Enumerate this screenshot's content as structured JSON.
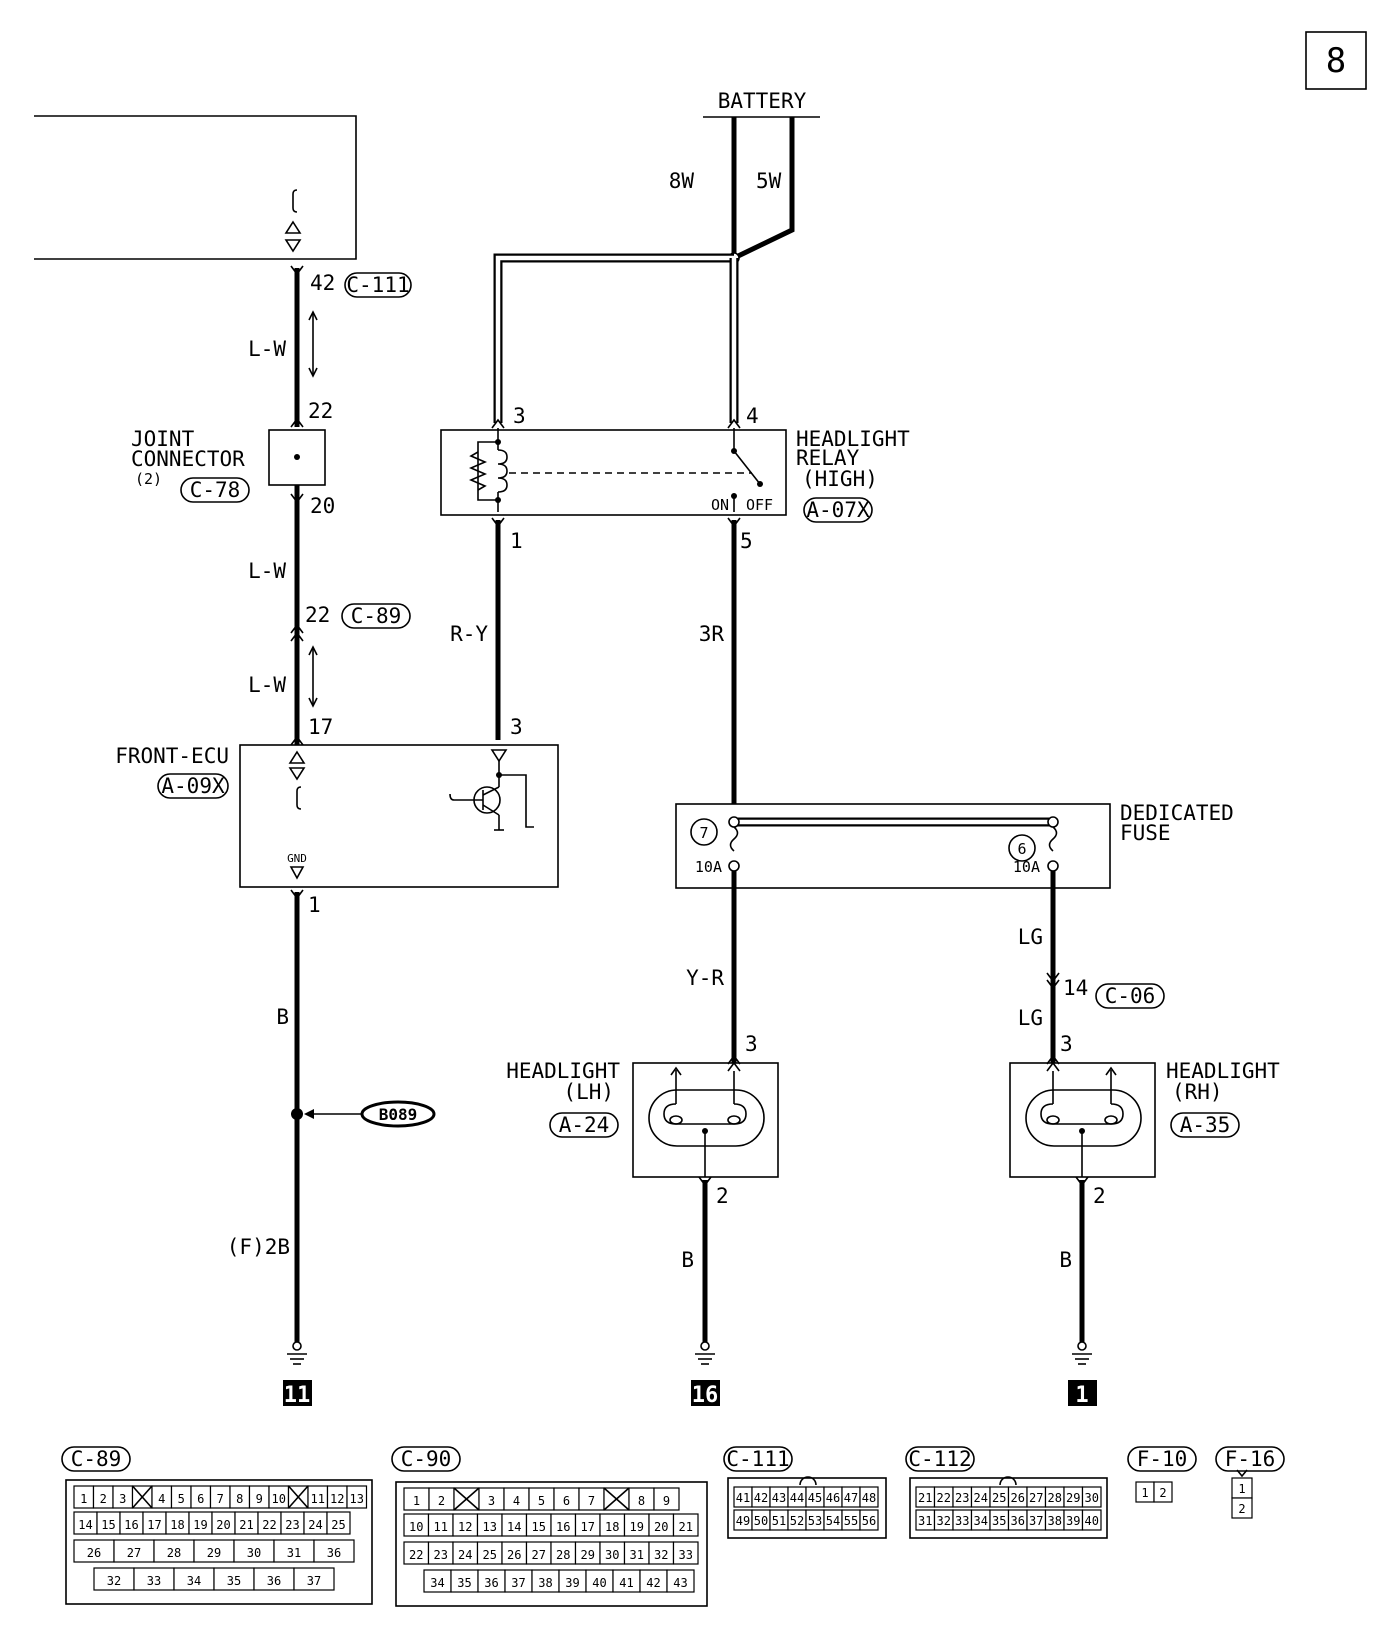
{
  "page_number": "8",
  "battery": {
    "label": "BATTERY",
    "wire_left": "8W",
    "wire_right": "5W"
  },
  "top_connector": {
    "pin": "42",
    "code": "C-111",
    "wire": "L-W"
  },
  "joint_connector": {
    "line1": "JOINT",
    "line2": "CONNECTOR",
    "line3": "(2)",
    "code": "C-78",
    "pin_top": "22",
    "pin_bottom": "20"
  },
  "c89_link": {
    "wire_upper": "L-W",
    "pin": "22",
    "code": "C-89",
    "wire_lower": "L-W"
  },
  "front_ecu": {
    "name": "FRONT-ECU",
    "code": "A-09X",
    "pin_left": "17",
    "pin_right": "3",
    "gnd_label": "GND",
    "gnd_pin": "1"
  },
  "ecu_ground": {
    "wire": "B",
    "splice": "B089",
    "wire_bottom": "(F)2B",
    "ground_point": "11"
  },
  "relay": {
    "line1": "HEADLIGHT",
    "line2": "RELAY",
    "line3": "(HIGH)",
    "code": "A-07X",
    "pin1": "1",
    "pin3": "3",
    "pin4": "4",
    "pin5": "5",
    "on_label": "ON",
    "off_label": "OFF",
    "wire_pin1": "R-Y",
    "wire_pin5": "3R"
  },
  "fuse": {
    "line1": "DEDICATED",
    "line2": "FUSE",
    "fuse_left_num": "7",
    "fuse_left_amp": "10A",
    "fuse_right_num": "6",
    "fuse_right_amp": "10A"
  },
  "headlight_lh": {
    "line1": "HEADLIGHT",
    "line2": "(LH)",
    "code": "A-24",
    "wire_in": "Y-R",
    "pin_in": "3",
    "pin_out": "2",
    "wire_out": "B",
    "ground_point": "16"
  },
  "headlight_rh": {
    "line1": "HEADLIGHT",
    "line2": "(RH)",
    "code": "A-35",
    "wire_in_upper": "LG",
    "c06_pin": "14",
    "c06_code": "C-06",
    "wire_in_lower": "LG",
    "pin_in": "3",
    "pin_out": "2",
    "wire_out": "B",
    "ground_point": "1"
  },
  "connector_views": {
    "c89": {
      "code": "C-89",
      "row1": [
        "1",
        "2",
        "3",
        "",
        "4",
        "5",
        "6",
        "7",
        "8",
        "9",
        "10",
        "",
        "11",
        "12",
        "13"
      ],
      "row2": [
        "14",
        "15",
        "16",
        "17",
        "18",
        "19",
        "20",
        "21",
        "22",
        "23",
        "24",
        "25"
      ],
      "row3": [
        "26",
        "27",
        "28",
        "29",
        "30",
        "31",
        "36"
      ],
      "row4": [
        "32",
        "33",
        "34",
        "35",
        "36",
        "37"
      ]
    },
    "c90": {
      "code": "C-90",
      "row1": [
        "1",
        "2",
        "",
        "3",
        "4",
        "5",
        "6",
        "7",
        "",
        "8",
        "9"
      ],
      "row2": [
        "10",
        "11",
        "12",
        "13",
        "14",
        "15",
        "16",
        "17",
        "18",
        "19",
        "20",
        "21"
      ],
      "row3": [
        "22",
        "23",
        "24",
        "25",
        "26",
        "27",
        "28",
        "29",
        "30",
        "31",
        "32",
        "33"
      ],
      "row4": [
        "34",
        "35",
        "36",
        "37",
        "38",
        "39",
        "40",
        "41",
        "42",
        "43"
      ]
    },
    "c111": {
      "code": "C-111",
      "row1": [
        "41",
        "42",
        "43",
        "44",
        "45",
        "46",
        "47",
        "48"
      ],
      "row2": [
        "49",
        "50",
        "51",
        "52",
        "53",
        "54",
        "55",
        "56"
      ]
    },
    "c112": {
      "code": "C-112",
      "row1": [
        "21",
        "22",
        "23",
        "24",
        "25",
        "26",
        "27",
        "28",
        "29",
        "30"
      ],
      "row2": [
        "31",
        "32",
        "33",
        "34",
        "35",
        "36",
        "37",
        "38",
        "39",
        "40"
      ]
    },
    "f10": {
      "code": "F-10",
      "pins": [
        "1",
        "2"
      ]
    },
    "f16": {
      "code": "F-16",
      "pins": [
        "1",
        "2"
      ]
    }
  }
}
